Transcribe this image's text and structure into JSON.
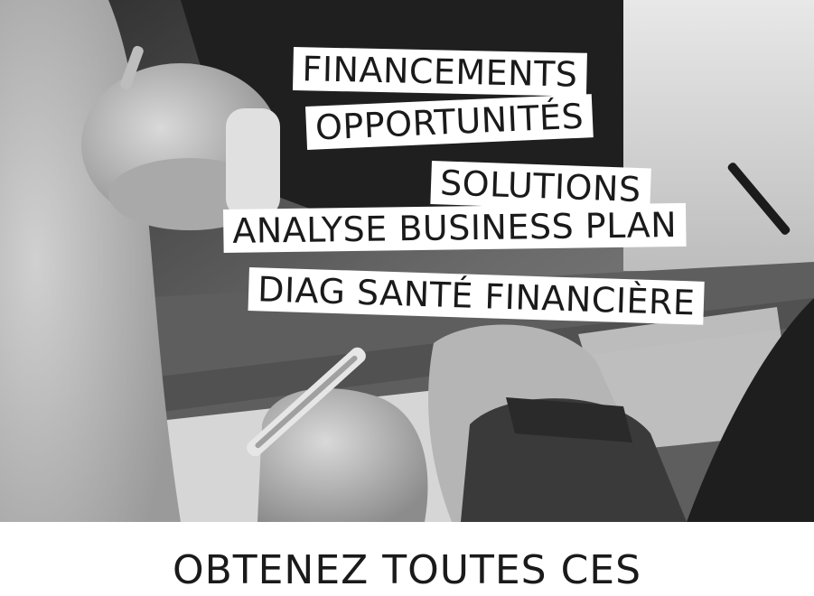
{
  "tags": [
    "FINANCEMENTS",
    "OPPORTUNITÉS",
    "SOLUTIONS",
    "ANALYSE BUSINESS PLAN",
    "DIAG SANTÉ FINANCIÈRE"
  ],
  "cta": "OBTENEZ TOUTES CES"
}
